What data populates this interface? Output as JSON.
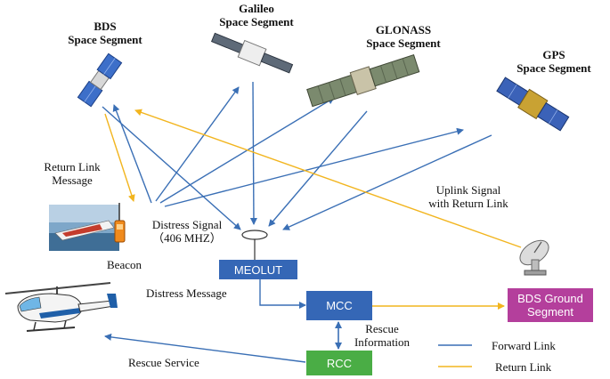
{
  "segments": {
    "bds": [
      "BDS",
      "Space Segment"
    ],
    "galileo": [
      "Galileo",
      "Space Segment"
    ],
    "glonass": [
      "GLONASS",
      "Space Segment"
    ],
    "gps": [
      "GPS",
      "Space Segment"
    ]
  },
  "labels": {
    "return_link_message": [
      "Return Link",
      "Message"
    ],
    "distress_signal": [
      "Distress Signal",
      "（406 MHZ）"
    ],
    "beacon": "Beacon",
    "uplink_signal": [
      "Uplink Signal",
      "with Return Link"
    ],
    "distress_message": "Distress Message",
    "rescue_information": [
      "Rescue",
      "Information"
    ],
    "rescue_service": "Rescue Service"
  },
  "boxes": {
    "meolut": "MEOLUT",
    "mcc": "MCC",
    "rcc": "RCC",
    "bds_ground": [
      "BDS Ground",
      "Segment"
    ]
  },
  "legend": {
    "forward": "Forward Link",
    "return": "Return Link"
  },
  "colors": {
    "forward_link": "#3a6fb5",
    "return_link": "#f2b51f",
    "meolut_box": "#3567b6",
    "mcc_box": "#3567b6",
    "rcc_box": "#4aad45",
    "bds_ground_box": "#b43f9c"
  }
}
